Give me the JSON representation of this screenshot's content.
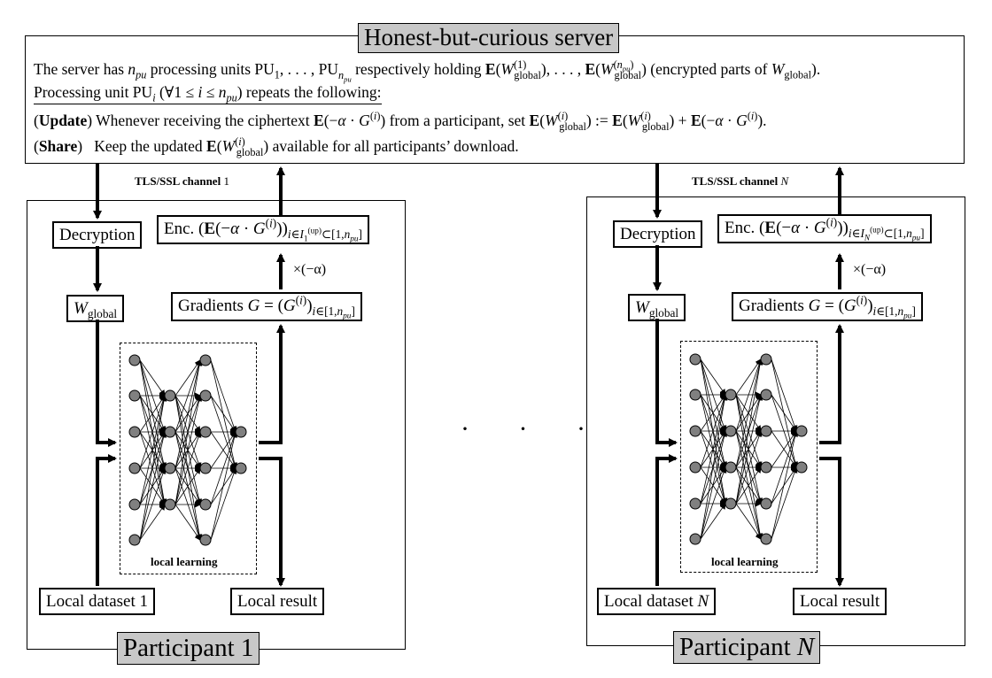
{
  "server": {
    "title": "Honest-but-curious server",
    "line1_a": "The server has ",
    "line1_b": " processing units PU",
    "line1_c": ", . . . , PU",
    "line1_d": " respectively holding ",
    "line1_e": " (encrypted parts of ",
    "line1_f": ").",
    "line2_a": "Processing unit PU",
    "line2_b": " (∀1 ≤ ",
    "line2_c": " ≤ ",
    "line2_d": ") repeats the following:",
    "update_keyword": "Update",
    "update_text_a": " Whenever receiving the ciphertext ",
    "update_text_b": " from a participant, set ",
    "share_keyword": "Share",
    "share_text_a": "Keep the updated ",
    "share_text_b": " available for all participants’ download."
  },
  "channels": [
    {
      "label": "TLS/SSL channel",
      "index": "1"
    },
    {
      "label": "TLS/SSL channel",
      "index": "N"
    }
  ],
  "participants": [
    {
      "title_prefix": "Participant ",
      "title_index": "1",
      "decryption": "Decryption",
      "w_global": "W",
      "w_global_sub": "global",
      "enc_prefix": "Enc. ",
      "gradients_prefix": "Gradients ",
      "multiply": "×(−α)",
      "local_learning": "local learning",
      "local_dataset_prefix": "Local dataset ",
      "local_dataset_index": "1",
      "local_result": "Local result"
    },
    {
      "title_prefix": "Participant ",
      "title_index": "N",
      "decryption": "Decryption",
      "w_global": "W",
      "w_global_sub": "global",
      "enc_prefix": "Enc. ",
      "gradients_prefix": "Gradients ",
      "multiply": "×(−α)",
      "local_learning": "local learning",
      "local_dataset_prefix": "Local dataset ",
      "local_dataset_index": "N",
      "local_result": "Local result"
    }
  ],
  "ellipsis": "· · ·",
  "colors": {
    "node_fill": "#808080",
    "title_tab": "#c8c8c8"
  }
}
